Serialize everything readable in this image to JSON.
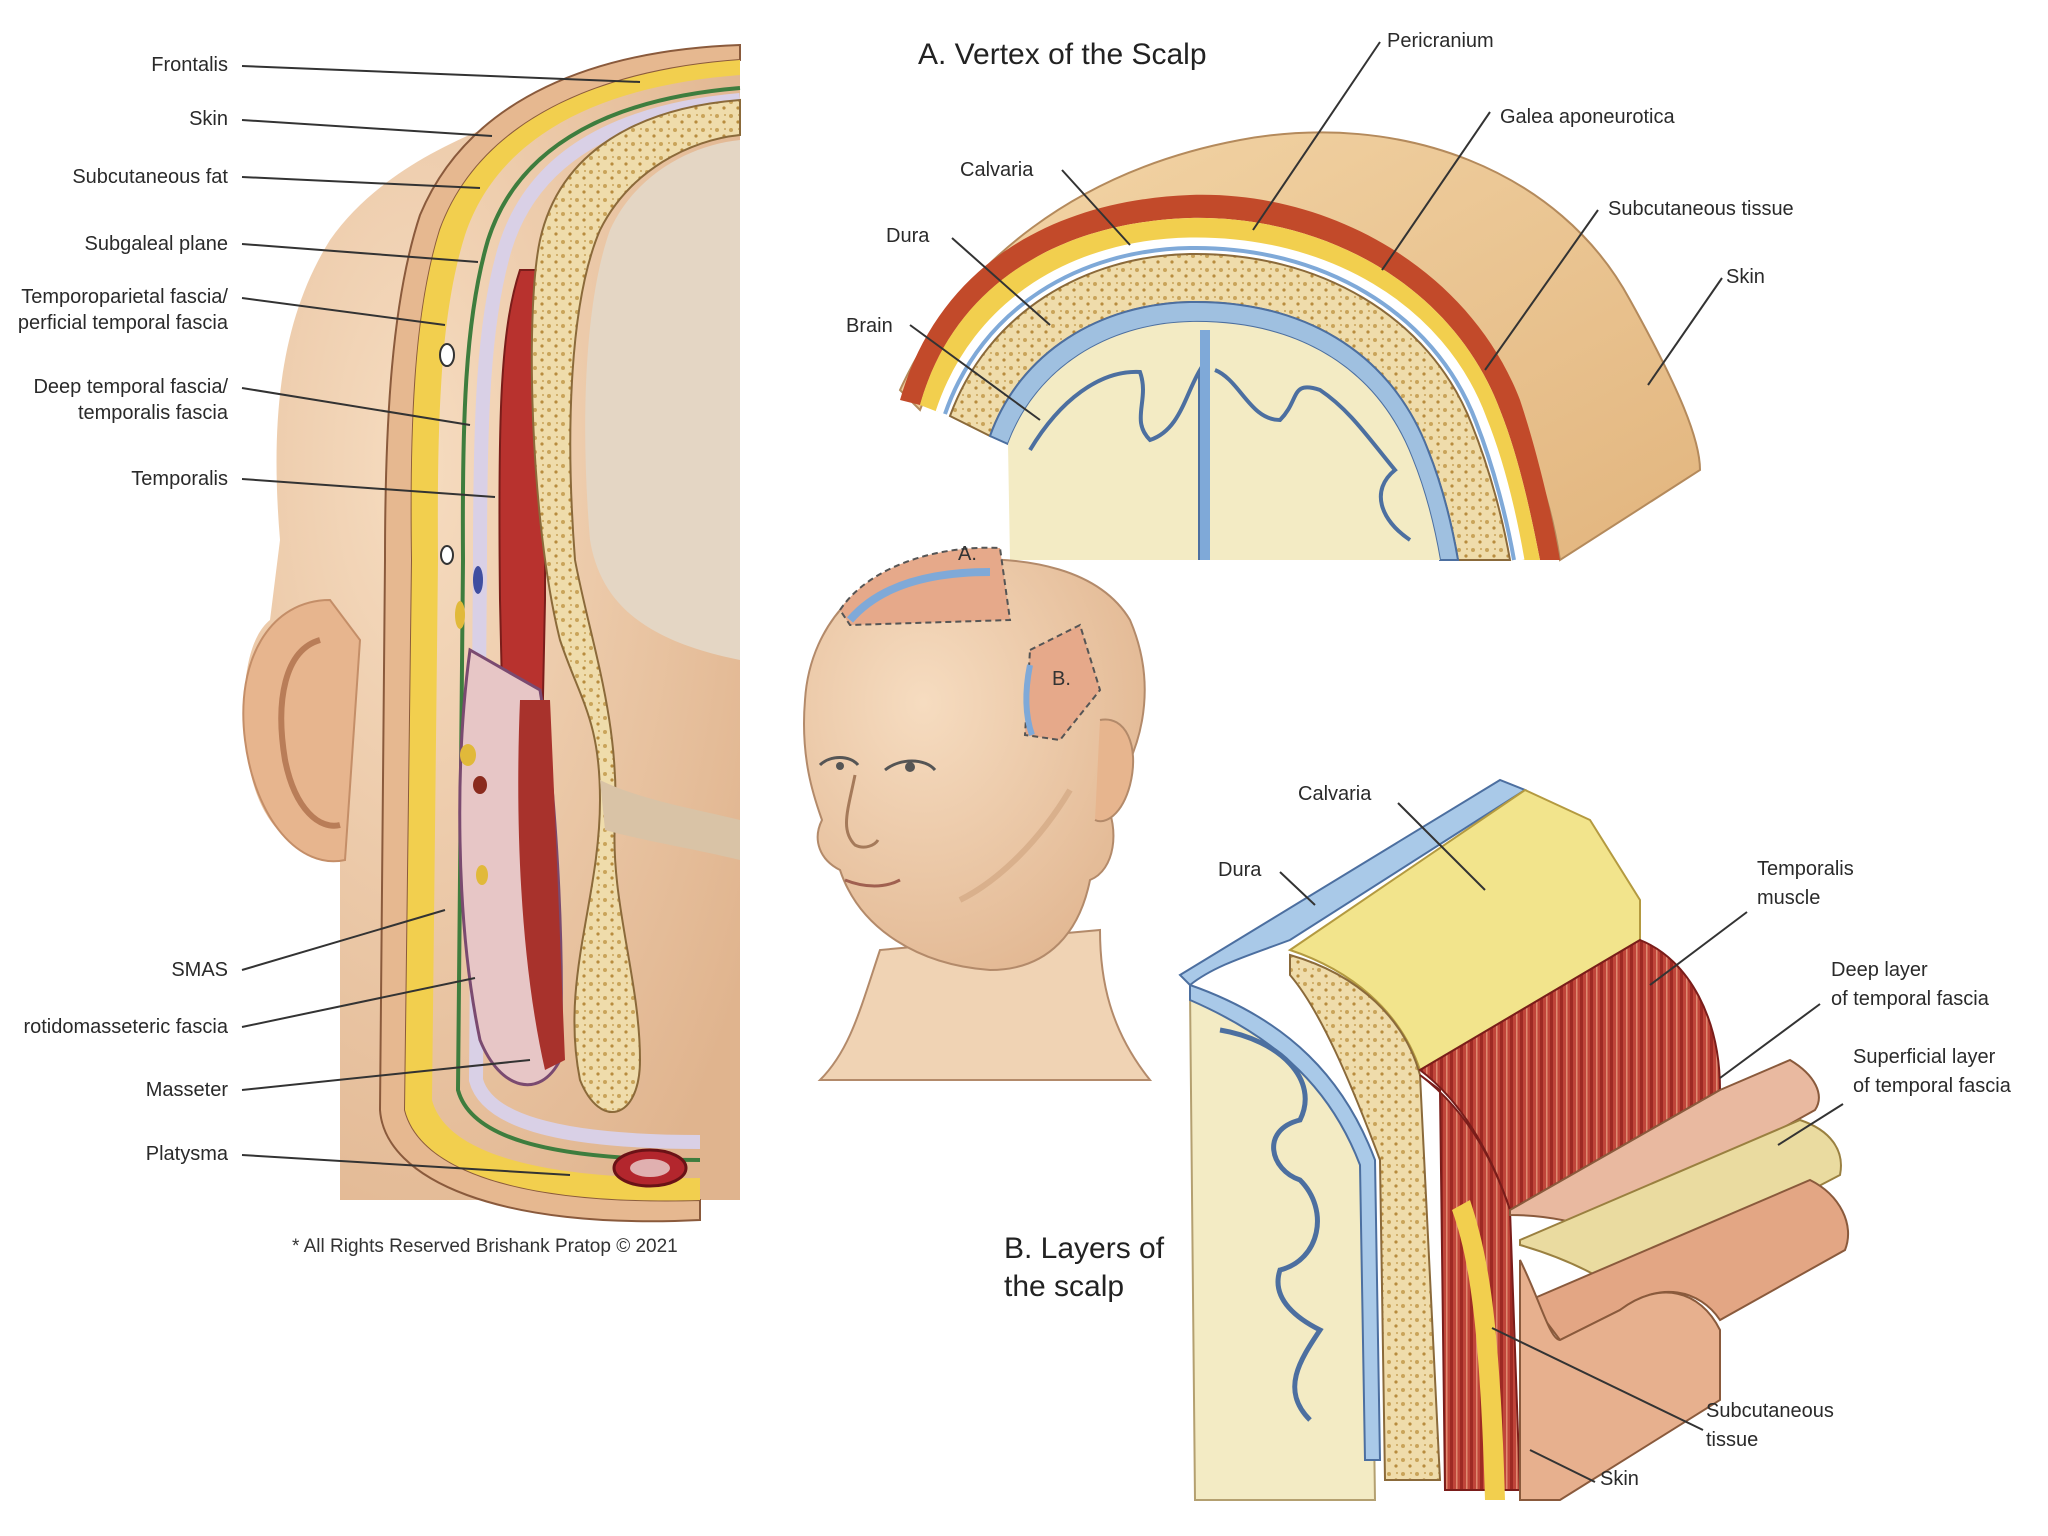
{
  "left_labels": {
    "frontalis": "Frontalis",
    "skin": "Skin",
    "subcutaneous_fat": "Subcutaneous fat",
    "subgaleal_plane": "Subgaleal plane",
    "temporoparietal_1": "Temporoparietal fascia/",
    "temporoparietal_2": "perficial temporal fascia",
    "deep_temporal_1": "Deep temporal fascia/",
    "deep_temporal_2": "temporalis fascia",
    "temporalis": "Temporalis",
    "smas": "SMAS",
    "parotidomasseteric": "rotidomasseteric fascia",
    "masseter": "Masseter",
    "platysma": "Platysma"
  },
  "copyright": "* All Rights Reserved Brishank Pratop © 2021",
  "panel_a": {
    "title": "A. Vertex of the Scalp",
    "pericranium": "Pericranium",
    "galea": "Galea aponeurotica",
    "calvaria": "Calvaria",
    "dura": "Dura",
    "subcutaneous_tissue": "Subcutaneous tissue",
    "brain": "Brain",
    "skin": "Skin"
  },
  "head_markers": {
    "a": "A.",
    "b": "B."
  },
  "panel_b": {
    "title_1": "B. Layers of",
    "title_2": "the scalp",
    "calvaria": "Calvaria",
    "dura": "Dura",
    "temporalis_1": "Temporalis",
    "temporalis_2": "muscle",
    "deep_layer_1": "Deep layer",
    "deep_layer_2": "of temporal fascia",
    "superficial_layer_1": "Superficial layer",
    "superficial_layer_2": "of temporal fascia",
    "subcutaneous_1": "Subcutaneous",
    "subcutaneous_2": "tissue",
    "skin": "Skin"
  },
  "colors": {
    "skin": "#f0c9a0",
    "skin_shade": "#d9a882",
    "fat": "#f2cf4e",
    "muscle": "#b8322e",
    "bone": "#f1e2b8",
    "bone_dots": "#c9a45a",
    "dura": "#a9c9e8",
    "brain": "#f3ebc4",
    "line": "#333333"
  }
}
